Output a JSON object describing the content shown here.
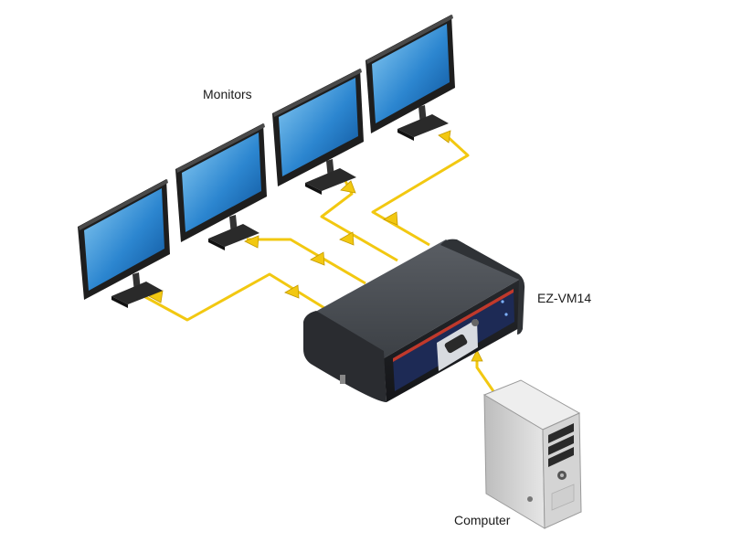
{
  "labels": {
    "monitors": "Monitors",
    "device": "EZ-VM14",
    "computer": "Computer"
  },
  "colors": {
    "cable": "#f2c811",
    "cable_arrow": "#e0b400",
    "screen_top": "#7fc3f0",
    "screen_bottom": "#0f5ea8",
    "bezel": "#2b2b2b",
    "device_body": "#3a3d42",
    "device_panel": "#1d2a55",
    "computer_case": "#d9d9d9"
  },
  "icons": {
    "monitor": "monitor-icon",
    "computer": "tower-pc-icon",
    "device": "splitter-box-icon"
  }
}
